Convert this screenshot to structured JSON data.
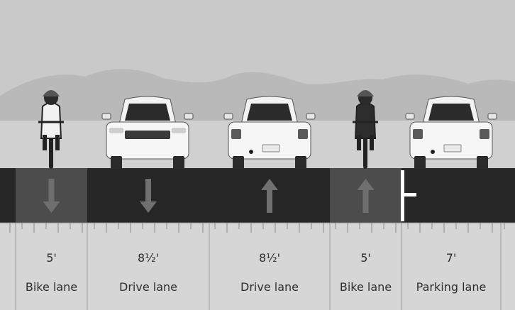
{
  "lanes": [
    {
      "width": "5'",
      "name": "Bike lane",
      "direction": "down",
      "shade": "#4c4c4c"
    },
    {
      "width": "8½'",
      "name": "Drive lane",
      "direction": "down",
      "shade": "#262626"
    },
    {
      "width": "8½'",
      "name": "Drive lane",
      "direction": "up",
      "shade": "#262626"
    },
    {
      "width": "5'",
      "name": "Bike lane",
      "direction": "up",
      "shade": "#4c4c4c"
    },
    {
      "width": "7'",
      "name": "Parking lane",
      "direction": "none",
      "shade": "#262626"
    }
  ],
  "vehicles": [
    {
      "kind": "cyclist",
      "facing": "front",
      "icon": "cyclist-icon"
    },
    {
      "kind": "car",
      "facing": "front",
      "icon": "car-front-icon"
    },
    {
      "kind": "car",
      "facing": "rear",
      "icon": "car-rear-icon"
    },
    {
      "kind": "cyclist",
      "facing": "rear",
      "icon": "cyclist-icon"
    },
    {
      "kind": "car",
      "facing": "rear",
      "icon": "car-rear-icon",
      "parked": true
    }
  ],
  "colors": {
    "sky": "#c8c8c8",
    "hills": "#b8b8b8",
    "ground": "#d2d2d2",
    "road_dark": "#262626",
    "bike_lane": "#4c4c4c",
    "arrow": "#6f6f6f",
    "parking_line": "#ffffff",
    "ruler": "#d6d6d6"
  }
}
